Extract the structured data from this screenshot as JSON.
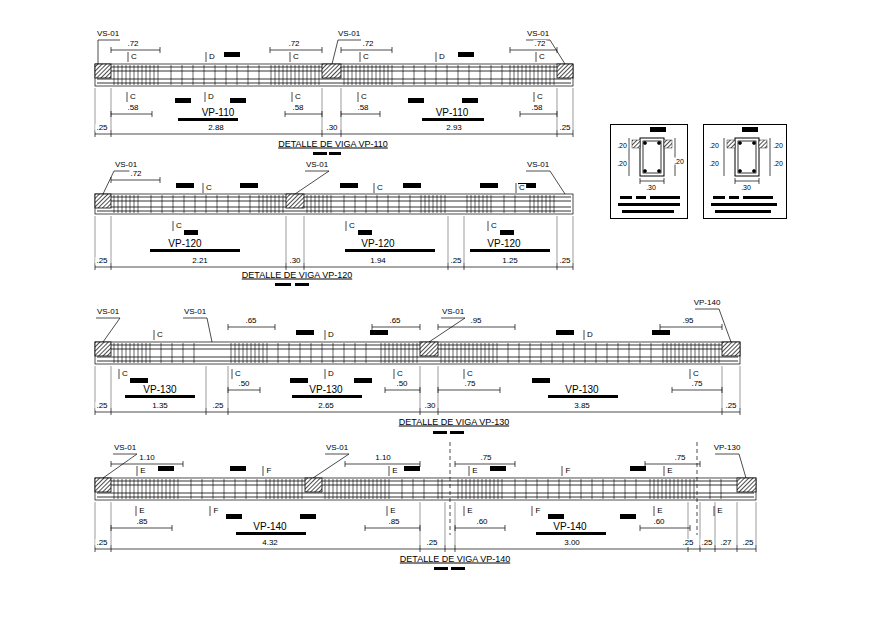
{
  "diagram": {
    "nodes": [
      {
        "text": [
          ".20",
          ".20",
          ".20",
          ".30"
        ]
      },
      {
        "text": [
          ".20",
          ".20",
          ".20",
          ".20",
          ".30"
        ]
      }
    ],
    "labels": [
      "VS-01",
      "VS-01",
      "VS-01",
      ".72",
      ".72",
      ".72",
      ".72",
      "C",
      "D",
      "C",
      "C",
      "D",
      "C",
      "C",
      "D",
      "C",
      "C",
      "C",
      ".58",
      ".58",
      ".58",
      ".58",
      "VP-110",
      "VP-110",
      ".25",
      "2.88",
      ".30",
      "2.93",
      ".25",
      "DETALLE DE VIGA VP-110",
      "VS-01",
      "VS-01",
      "VS-01",
      ".72",
      "C",
      "C",
      "C",
      "C",
      "C",
      "C",
      "VP-120",
      "VP-120",
      "VP-120",
      ".25",
      "2.21",
      ".30",
      "1.94",
      ".25",
      "1.25",
      ".25",
      "DETALLE DE VIGA VP-120",
      "VS-01",
      "VS-01",
      "VS-01",
      "VP-140",
      ".65",
      ".65",
      ".95",
      ".95",
      "C",
      "D",
      "D",
      "C",
      "C",
      "D",
      "C",
      "C",
      "C",
      ".50",
      ".50",
      ".75",
      ".75",
      "VP-130",
      "VP-130",
      "VP-130",
      ".25",
      "1.35",
      ".25",
      "2.65",
      ".30",
      "3.85",
      ".25",
      "DETALLE DE VIGA VP-130",
      "VS-01",
      "VS-01",
      "VP-130",
      "1.10",
      "1.10",
      ".75",
      ".75",
      "E",
      "F",
      "E",
      "E",
      "F",
      "E",
      "E",
      "F",
      "E",
      "E",
      "F",
      "E",
      "E",
      ".85",
      ".85",
      ".60",
      ".60",
      "VP-140",
      "VP-140",
      ".25",
      "4.32",
      ".25",
      "3.00",
      ".25",
      ".25",
      ".27",
      ".25",
      "DETALLE DE VIGA VP-140"
    ]
  }
}
